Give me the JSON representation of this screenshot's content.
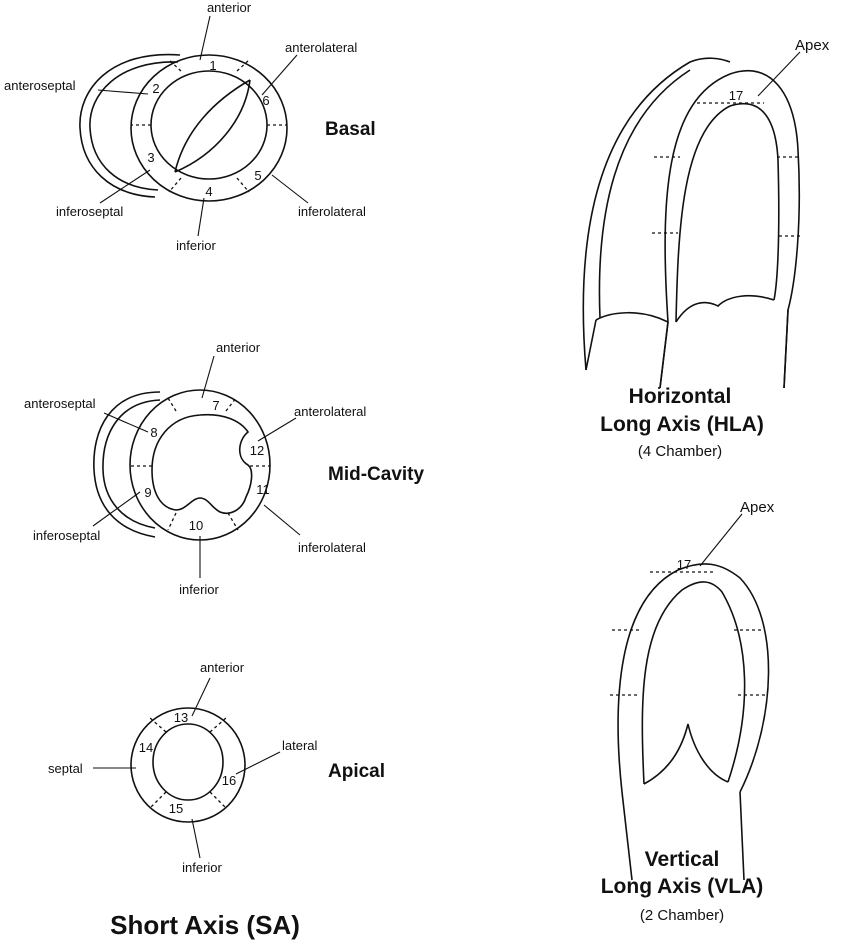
{
  "basal": {
    "title": "Basal",
    "labels": {
      "anterior": "anterior",
      "anterolateral": "anterolateral",
      "anteroseptal": "anteroseptal",
      "inferoseptal": "inferoseptal",
      "inferior": "inferior",
      "inferolateral": "inferolateral"
    },
    "segments": [
      "1",
      "2",
      "3",
      "4",
      "5",
      "6"
    ]
  },
  "mid": {
    "title": "Mid-Cavity",
    "labels": {
      "anterior": "anterior",
      "anterolateral": "anterolateral",
      "anteroseptal": "anteroseptal",
      "inferoseptal": "inferoseptal",
      "inferior": "inferior",
      "inferolateral": "inferolateral"
    },
    "segments": [
      "7",
      "8",
      "9",
      "10",
      "11",
      "12"
    ]
  },
  "apical": {
    "title": "Apical",
    "labels": {
      "anterior": "anterior",
      "septal": "septal",
      "lateral": "lateral",
      "inferior": "inferior"
    },
    "segments": [
      "13",
      "14",
      "15",
      "16"
    ]
  },
  "short_axis_title": "Short Axis (SA)",
  "hla": {
    "apex": "Apex",
    "segment": "17",
    "title_line1": "Horizontal",
    "title_line2": "Long Axis (HLA)",
    "subtitle": "(4 Chamber)"
  },
  "vla": {
    "apex": "Apex",
    "segment": "17",
    "title_line1": "Vertical",
    "title_line2": "Long Axis (VLA)",
    "subtitle": "(2 Chamber)"
  }
}
